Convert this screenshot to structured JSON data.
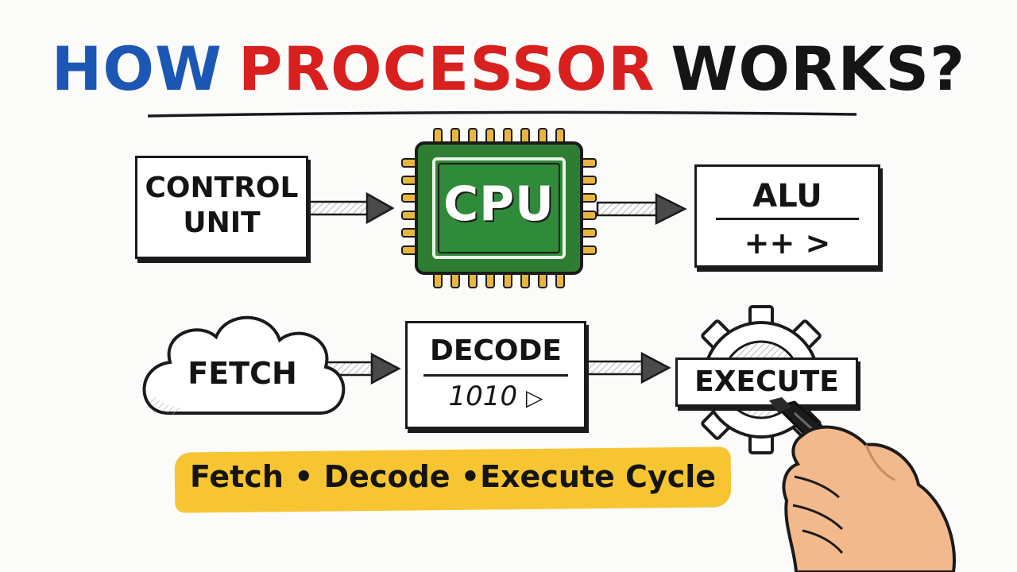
{
  "title": {
    "part1": "HOW",
    "part2": "PROCESSOR",
    "part3": "WORKS?"
  },
  "blocks": {
    "control_unit": {
      "line1": "CONTROL",
      "line2": "UNIT"
    },
    "cpu": {
      "label": "CPU"
    },
    "alu": {
      "label": "ALU",
      "ops": "++ >"
    },
    "fetch": {
      "label": "FETCH"
    },
    "decode": {
      "label": "DECODE",
      "bits": "1010"
    },
    "execute": {
      "label": "EXECUTE"
    }
  },
  "banner": {
    "text": "Fetch • Decode •Execute Cycle"
  },
  "colors": {
    "title_blue": "#1d57b5",
    "title_red": "#d8201f",
    "chip_green": "#2e7d32",
    "chip_pins": "#e8b640",
    "highlighter": "#f6c531"
  },
  "icons": [
    "arrow-right-icon",
    "cpu-chip-icon",
    "cloud-icon",
    "gear-icon",
    "hand-with-marker-icon"
  ]
}
